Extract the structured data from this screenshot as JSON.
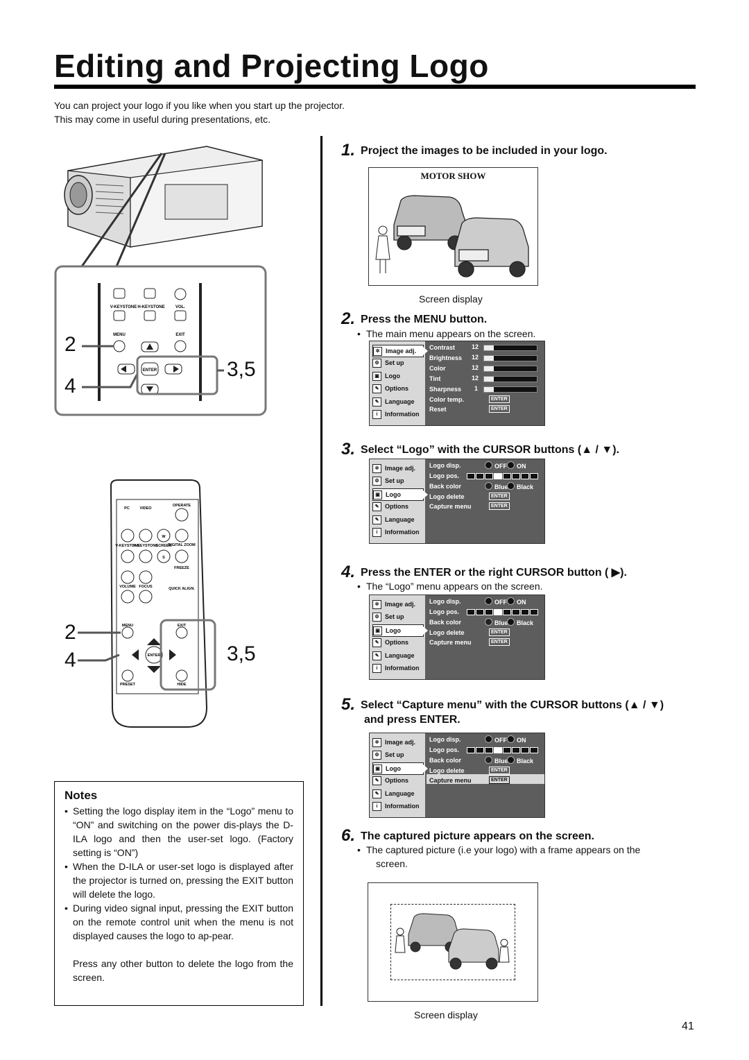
{
  "page": {
    "title": "Editing and Projecting Logo",
    "page_number": "41"
  },
  "intro": [
    "You can project your logo if you like when you start up the projector.",
    "This may come in useful during presentations, etc."
  ],
  "figure": {
    "projector_panel": {
      "labels": [
        "V-KEYSTONE",
        "H-KEYSTONE",
        "VOL.",
        "MENU",
        "EXIT",
        "ENTER"
      ],
      "callouts": [
        "2",
        "4",
        "3,5"
      ]
    },
    "remote": {
      "labels": [
        "PC",
        "VIDEO",
        "OPERATE",
        "W",
        "V-KEYSTONE",
        "H-KEYSTONE",
        "SCREEN",
        "DIGITAL ZOOM",
        "S",
        "FREEZE",
        "VOLUME",
        "FOCUS",
        "QUICK ALIGN.",
        "MENU",
        "EXIT",
        "ENTER",
        "PRESET",
        "HIDE"
      ],
      "callouts": [
        "2",
        "4",
        "3,5"
      ]
    }
  },
  "steps": [
    {
      "num": "1.",
      "text": "Project the images to be included in your logo."
    },
    {
      "num": "2.",
      "text": "Press the MENU button.",
      "bullet": "The main menu appears on the screen."
    },
    {
      "num": "3.",
      "text": "Select “Logo” with the CURSOR buttons (▲ / ▼)."
    },
    {
      "num": "4.",
      "text": "Press the ENTER or the right CURSOR button ( ▶).",
      "bullet": "The “Logo” menu appears on the screen."
    },
    {
      "num": "5.",
      "text": "Select “Capture menu” with the CURSOR buttons (▲ / ▼)",
      "text2": "and press ENTER."
    },
    {
      "num": "6.",
      "text": "The captured picture appears on the screen.",
      "bullet": "The captured picture (i.e your logo) with a frame appears on the",
      "bullet2": "screen."
    }
  ],
  "screen1": {
    "banner": "MOTOR SHOW",
    "caption": "Screen display"
  },
  "screen2": {
    "caption": "Screen display"
  },
  "menu_items": [
    "Image adj.",
    "Set up",
    "Logo",
    "Options",
    "Language",
    "Information"
  ],
  "image_adj_menu": {
    "rows": [
      {
        "label": "Contrast",
        "value": "12"
      },
      {
        "label": "Brightness",
        "value": "12"
      },
      {
        "label": "Color",
        "value": "12"
      },
      {
        "label": "Tint",
        "value": "12"
      },
      {
        "label": "Sharpness",
        "value": "1"
      },
      {
        "label": "Color temp.",
        "action": "ENTER"
      },
      {
        "label": "Reset",
        "action": "ENTER"
      }
    ],
    "bar_levels": [
      0.18,
      0.18,
      0.18,
      0.18,
      0.18
    ]
  },
  "logo_menu": {
    "rows": [
      "Logo disp.",
      "Logo pos.",
      "Back color",
      "Logo delete",
      "Capture menu"
    ],
    "off": "OFF",
    "on": "ON",
    "blue": "Blue",
    "black": "Black",
    "enter": "ENTER"
  },
  "notes": {
    "title": "Notes",
    "items": [
      "Setting the logo display item in the “Logo” menu to “ON” and switching on the power dis-plays the D-ILA logo and then the user-set logo. (Factory setting is “ON”)",
      "When the D-ILA or user-set logo is displayed after the projector is turned on, pressing the EXIT button will delete the logo.",
      "During video signal input, pressing the EXIT button on the remote control unit when the menu is not displayed causes the logo to ap-pear."
    ],
    "extra": "Press any other button to delete the logo from the screen."
  }
}
